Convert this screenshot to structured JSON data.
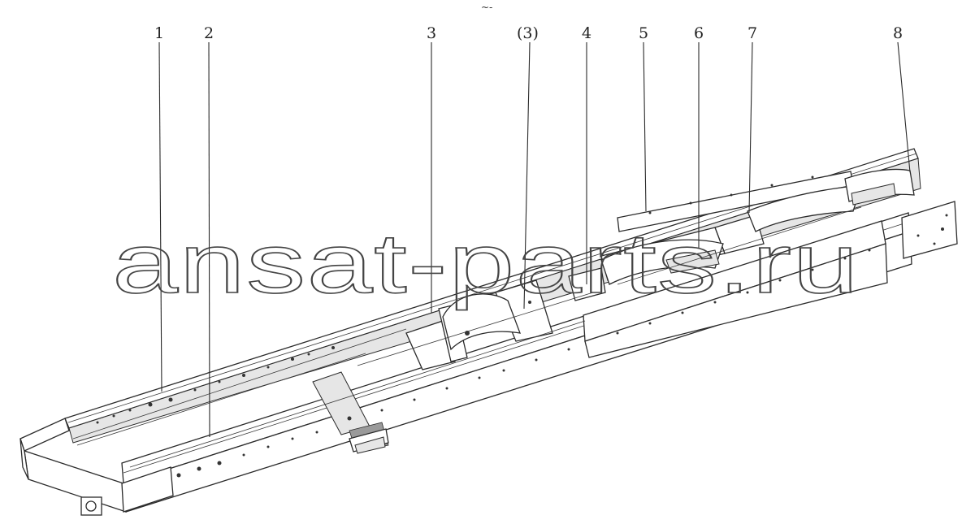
{
  "diagram": {
    "top_mark": "~-",
    "callouts": [
      {
        "id": "c1",
        "label": "1"
      },
      {
        "id": "c2",
        "label": "2"
      },
      {
        "id": "c3",
        "label": "3"
      },
      {
        "id": "c3b",
        "label": "(3)"
      },
      {
        "id": "c4",
        "label": "4"
      },
      {
        "id": "c5",
        "label": "5"
      },
      {
        "id": "c6",
        "label": "6"
      },
      {
        "id": "c7",
        "label": "7"
      },
      {
        "id": "c8",
        "label": "8"
      }
    ],
    "watermark": "ansat-parts.ru"
  }
}
